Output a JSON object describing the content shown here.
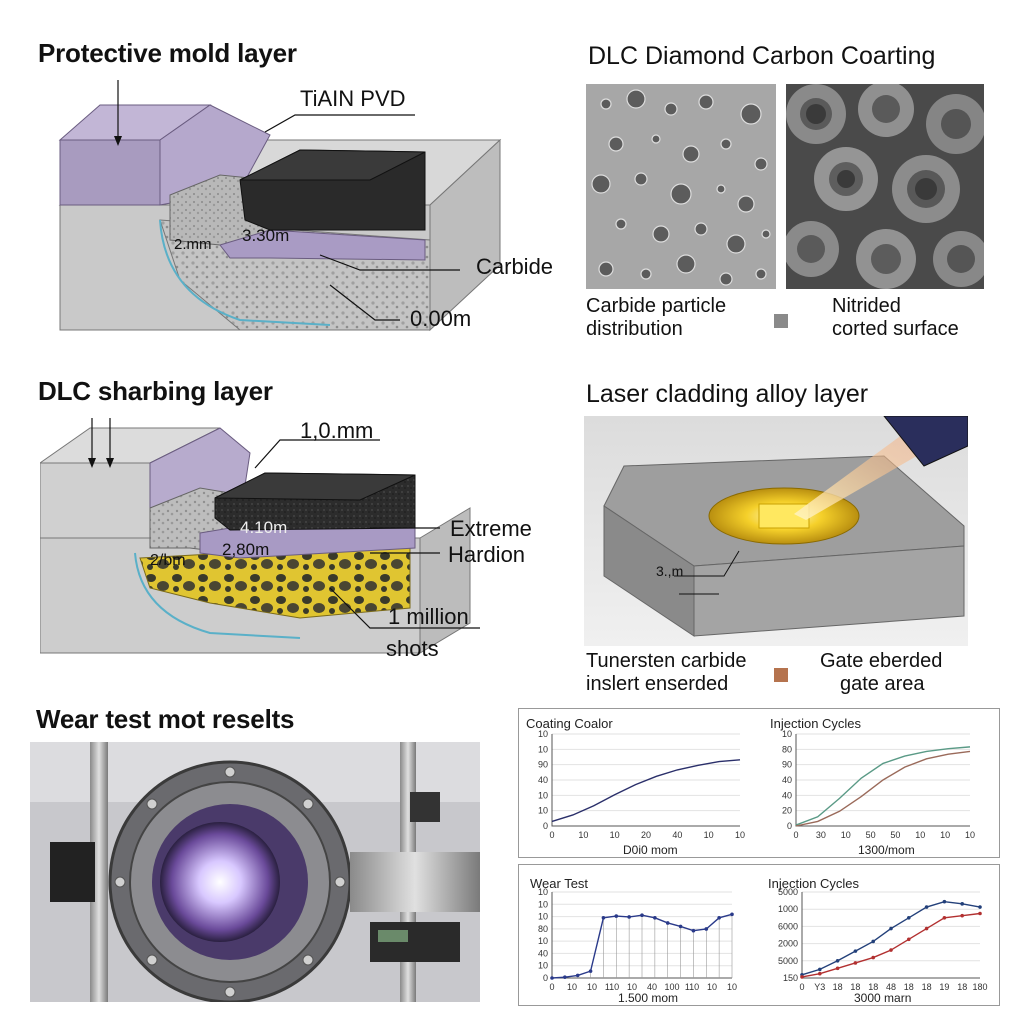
{
  "panels": {
    "protective": {
      "title": "Protective mold layer",
      "label_top": "TiAIN PVD",
      "label_right": "Carbide",
      "label_bottom": "0.00m",
      "inner_a": "3.30m",
      "inner_b": "2.mm"
    },
    "dlc_coating": {
      "title": "DLC Diamond Carbon Coarting",
      "caption_left": [
        "Carbide particle",
        "distribution"
      ],
      "caption_right": [
        "Nitrided",
        "corted surface"
      ],
      "swatch_color": "#8a8a8a"
    },
    "dlc_sharbing": {
      "title": "DLC sharbing layer",
      "label_top": "1,0.mm",
      "label_right_1": "Extreme",
      "label_right_2": "Hardion",
      "label_bottom_1": "1 million",
      "label_bottom_2": "shots",
      "inner_a": "4.10m",
      "inner_b": "2,80m",
      "inner_c": "2/bm"
    },
    "laser": {
      "title": "Laser cladding alloy layer",
      "dim_label": "3.,m",
      "caption_left": [
        "Tunersten carbide",
        "inslert enserded"
      ],
      "caption_right": [
        "Gate eberded",
        "gate area"
      ],
      "swatch_color": "#b5734e"
    },
    "wear": {
      "title": "Wear test mot reselts"
    }
  },
  "chart_data": [
    {
      "type": "line",
      "title": "Coating Coalor",
      "xlabel": "D0i0 mom",
      "x_ticks": [
        "0",
        "10",
        "10",
        "20",
        "40",
        "10",
        "10"
      ],
      "y_ticks": [
        "10",
        "10",
        "90",
        "40",
        "10",
        "10",
        "0"
      ],
      "series": [
        {
          "values": [
            0.5,
            1.2,
            2.2,
            3.4,
            4.5,
            5.4,
            6.1,
            6.6,
            7.0,
            7.2
          ]
        }
      ]
    },
    {
      "type": "line",
      "title": "Injection Cycles",
      "xlabel": "1300/mom",
      "x_ticks": [
        "0",
        "30",
        "10",
        "50",
        "50",
        "10",
        "10",
        "10"
      ],
      "y_ticks": [
        "10",
        "80",
        "90",
        "40",
        "40",
        "20",
        "0"
      ],
      "series": [
        {
          "values": [
            0.1,
            1.0,
            3.0,
            5.2,
            6.8,
            7.6,
            8.1,
            8.4,
            8.6
          ]
        },
        {
          "values": [
            0.0,
            0.5,
            1.6,
            3.2,
            5.0,
            6.4,
            7.3,
            7.8,
            8.1
          ]
        }
      ],
      "colors": [
        "#5a9a86",
        "#9a6a5a"
      ]
    },
    {
      "type": "line",
      "title": "Wear Test",
      "xlabel": "1.500 mom",
      "x_ticks": [
        "0",
        "10",
        "10",
        "110",
        "10",
        "40",
        "100",
        "110",
        "10",
        "10"
      ],
      "y_ticks": [
        "10",
        "10",
        "10",
        "80",
        "10",
        "40",
        "10",
        "0"
      ],
      "series": [
        {
          "values": [
            0.0,
            0.1,
            0.3,
            0.8,
            7.0,
            7.2,
            7.1,
            7.3,
            7.0,
            6.4,
            6.0,
            5.5,
            5.7,
            7.0,
            7.4
          ]
        }
      ],
      "colors": [
        "#2a3a8a"
      ]
    },
    {
      "type": "line",
      "title": "Injection Cycles",
      "xlabel": "3000 marn",
      "x_ticks": [
        "0",
        "Y3",
        "18",
        "18",
        "18",
        "48",
        "18",
        "18",
        "19",
        "18",
        "180"
      ],
      "y_ticks": [
        "5000",
        "1000",
        "6000",
        "2000",
        "5000",
        "150"
      ],
      "series": [
        {
          "values": [
            0.3,
            0.8,
            1.6,
            2.5,
            3.4,
            4.6,
            5.6,
            6.6,
            7.1,
            6.9,
            6.6
          ]
        },
        {
          "values": [
            0.1,
            0.4,
            0.9,
            1.4,
            1.9,
            2.6,
            3.6,
            4.6,
            5.6,
            5.8,
            6.0
          ]
        }
      ],
      "colors": [
        "#23407a",
        "#b23030"
      ]
    }
  ]
}
